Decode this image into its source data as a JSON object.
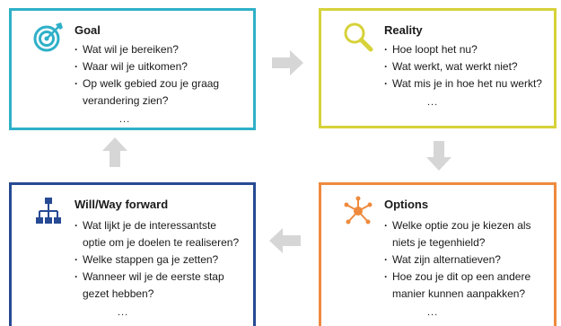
{
  "boxes": {
    "goal": {
      "title": "Goal",
      "items": [
        "Wat wil je bereiken?",
        "Waar wil je uitkomen?",
        "Op welk gebied zou je graag",
        "verandering zien?"
      ],
      "more": "...",
      "color": "#2fb0c8",
      "icon": "target-icon"
    },
    "reality": {
      "title": "Reality",
      "items": [
        "Hoe loopt het nu?",
        "Wat werkt, wat werkt niet?",
        "Wat mis je in hoe het nu werkt?"
      ],
      "more": "...",
      "color": "#d6d23a",
      "icon": "magnifier-icon"
    },
    "options": {
      "title": "Options",
      "items": [
        "Welke optie zou je kiezen als",
        "niets je tegenhield?",
        "Wat zijn alternatieven?",
        "Hoe zou je dit op een andere",
        "manier kunnen aanpakken?"
      ],
      "more": "...",
      "color": "#ee8a3d",
      "icon": "network-icon"
    },
    "will": {
      "title": "Will/Way forward",
      "items": [
        "Wat lijkt je de interessantste",
        "optie om je doelen te realiseren?",
        "Welke stappen ga je zetten?",
        "Wanneer wil je de eerste stap",
        "gezet hebben?"
      ],
      "more": "...",
      "color": "#264a93",
      "icon": "flowchart-icon"
    }
  },
  "arrow_color": "#d6d6d6"
}
